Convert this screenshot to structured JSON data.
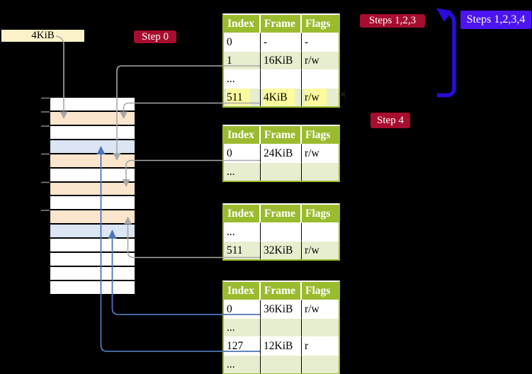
{
  "legend_box": {
    "label": "4KiB"
  },
  "labels": {
    "step0": "Step 0",
    "steps123": "Steps 1,2,3",
    "steps1234": "Steps 1,2,3,4",
    "step4": "Step 4"
  },
  "memory_column": {
    "rows": [
      "white",
      "peach",
      "white",
      "blue",
      "peach",
      "white",
      "peach",
      "white",
      "peach",
      "blue",
      "white",
      "white",
      "white",
      "white"
    ]
  },
  "page_tables": [
    {
      "headers": [
        "Index",
        "Frame",
        "Flags"
      ],
      "rows": [
        {
          "cells": [
            "0",
            "-",
            "-"
          ],
          "shaded": false,
          "highlight": false
        },
        {
          "cells": [
            "1",
            "16KiB",
            "r/w"
          ],
          "shaded": true,
          "highlight": false
        },
        {
          "cells": [
            "...",
            "",
            ""
          ],
          "shaded": false,
          "highlight": false
        },
        {
          "cells": [
            "511",
            "4KiB",
            "r/w"
          ],
          "shaded": true,
          "highlight": true
        }
      ]
    },
    {
      "headers": [
        "Index",
        "Frame",
        "Flags"
      ],
      "rows": [
        {
          "cells": [
            "0",
            "24KiB",
            "r/w"
          ],
          "shaded": false,
          "highlight": false
        },
        {
          "cells": [
            "...",
            "",
            ""
          ],
          "shaded": true,
          "highlight": false
        }
      ]
    },
    {
      "headers": [
        "Index",
        "Frame",
        "Flags"
      ],
      "rows": [
        {
          "cells": [
            "...",
            "",
            ""
          ],
          "shaded": false,
          "highlight": false
        },
        {
          "cells": [
            "511",
            "32KiB",
            "r/w"
          ],
          "shaded": true,
          "highlight": false
        }
      ]
    },
    {
      "headers": [
        "Index",
        "Frame",
        "Flags"
      ],
      "rows": [
        {
          "cells": [
            "0",
            "36KiB",
            "r/w"
          ],
          "shaded": false,
          "highlight": false
        },
        {
          "cells": [
            "...",
            "",
            ""
          ],
          "shaded": true,
          "highlight": false
        },
        {
          "cells": [
            "127",
            "12KiB",
            "r"
          ],
          "shaded": false,
          "highlight": false
        },
        {
          "cells": [
            "...",
            "",
            ""
          ],
          "shaded": true,
          "highlight": false
        }
      ]
    }
  ],
  "colors": {
    "background": "#000000",
    "table_header_green": "#9bbb2f",
    "table_row_shaded_green": "#e7eecf",
    "memory_frame_peach": "#fce5cd",
    "memory_frame_blue": "#dbe5f3",
    "highlight_yellow": "#fdfa9d",
    "step_label_red": "#a60d2e",
    "steps_label_violet": "#4b14f0",
    "big_arrow_blue": "#2b0bd8",
    "connector_gray": "#a8a8a8",
    "connector_blue": "#4f74b8",
    "legend_box_cream": "#fcf2ca"
  }
}
